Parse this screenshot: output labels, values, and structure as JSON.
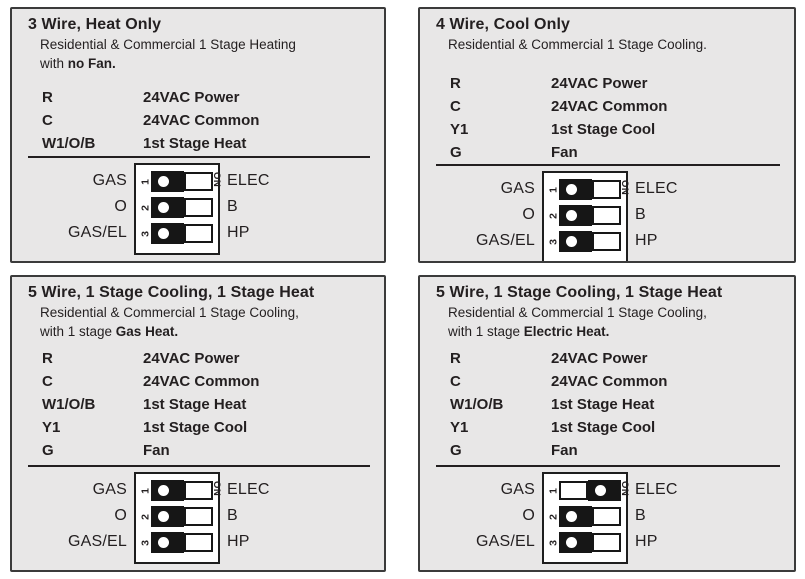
{
  "colors": {
    "panel_background": "#e8e7e7",
    "panel_border": "#3b3b3b",
    "text": "#231f20",
    "switch_knob": "#161616",
    "switch_box_background": "#ffffff"
  },
  "dip_switch": {
    "on_label": "ON",
    "rows": [
      {
        "number": "1",
        "left_label": "GAS",
        "right_label": "ELEC"
      },
      {
        "number": "2",
        "left_label": "O",
        "right_label": "B"
      },
      {
        "number": "3",
        "left_label": "GAS/EL",
        "right_label": "HP"
      }
    ]
  },
  "panels": [
    {
      "title": "3 Wire, Heat Only",
      "subtitle_line1": "Residential & Commercial 1 Stage Heating",
      "subtitle_line2_prefix": "with ",
      "subtitle_line2_bold": "no Fan.",
      "terminals": [
        {
          "label": "R",
          "desc": "24VAC Power"
        },
        {
          "label": "C",
          "desc": "24VAC Common"
        },
        {
          "label": "W1/O/B",
          "desc": "1st Stage Heat"
        }
      ],
      "switch_positions": [
        "left",
        "left",
        "left"
      ]
    },
    {
      "title": "4 Wire, Cool Only",
      "subtitle_line1": "Residential & Commercial 1 Stage Cooling.",
      "subtitle_line2_prefix": "",
      "subtitle_line2_bold": "",
      "terminals": [
        {
          "label": "R",
          "desc": "24VAC Power"
        },
        {
          "label": "C",
          "desc": "24VAC Common"
        },
        {
          "label": "Y1",
          "desc": "1st Stage Cool"
        },
        {
          "label": "G",
          "desc": "Fan"
        }
      ],
      "switch_positions": [
        "left",
        "left",
        "left"
      ]
    },
    {
      "title": "5 Wire, 1 Stage Cooling, 1 Stage Heat",
      "subtitle_line1": "Residential & Commercial 1 Stage Cooling,",
      "subtitle_line2_prefix": "with 1 stage ",
      "subtitle_line2_bold": "Gas Heat.",
      "terminals": [
        {
          "label": "R",
          "desc": "24VAC Power"
        },
        {
          "label": "C",
          "desc": "24VAC Common"
        },
        {
          "label": "W1/O/B",
          "desc": "1st Stage Heat"
        },
        {
          "label": "Y1",
          "desc": "1st Stage Cool"
        },
        {
          "label": "G",
          "desc": "Fan"
        }
      ],
      "switch_positions": [
        "left",
        "left",
        "left"
      ]
    },
    {
      "title": "5 Wire, 1 Stage Cooling, 1 Stage Heat",
      "subtitle_line1": "Residential & Commercial 1 Stage Cooling,",
      "subtitle_line2_prefix": "with 1 stage ",
      "subtitle_line2_bold": "Electric Heat.",
      "terminals": [
        {
          "label": "R",
          "desc": "24VAC Power"
        },
        {
          "label": "C",
          "desc": "24VAC Common"
        },
        {
          "label": "W1/O/B",
          "desc": "1st Stage Heat"
        },
        {
          "label": "Y1",
          "desc": "1st Stage Cool"
        },
        {
          "label": "G",
          "desc": "Fan"
        }
      ],
      "switch_positions": [
        "right",
        "left",
        "left"
      ]
    }
  ]
}
